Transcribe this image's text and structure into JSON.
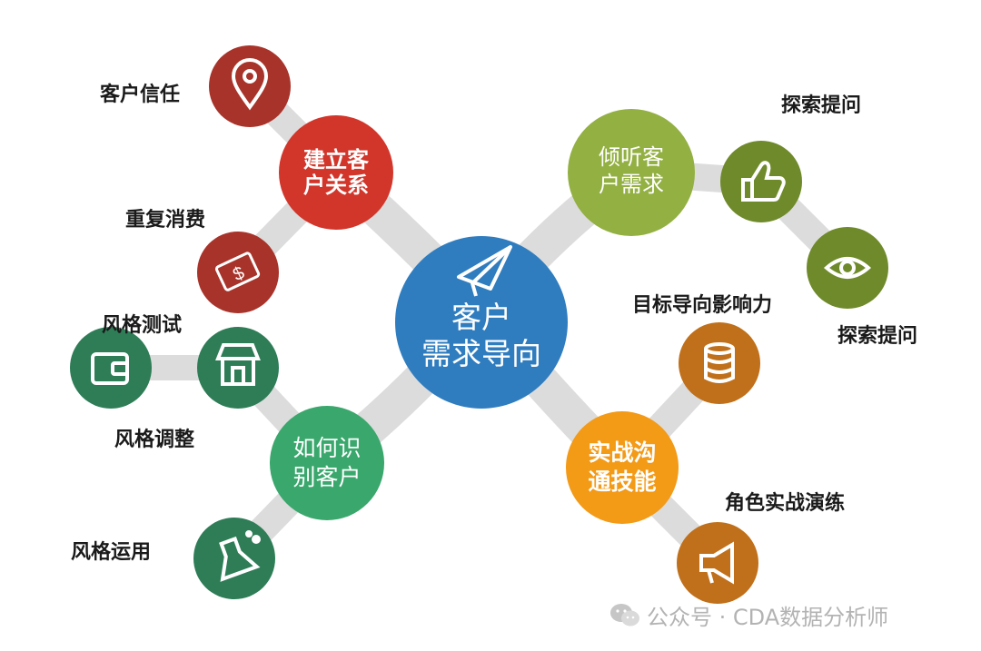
{
  "center": {
    "line1": "客户",
    "line2": "需求导向"
  },
  "branches": {
    "build": {
      "line1": "建立客",
      "line2": "户关系"
    },
    "listen": {
      "line1": "倾听客",
      "line2": "户需求"
    },
    "identify": {
      "line1": "如何识",
      "line2": "别客户"
    },
    "practice": {
      "line1": "实战沟",
      "line2": "通技能"
    }
  },
  "labels": {
    "trust": "客户信任",
    "repeat": "重复消费",
    "style_test": "风格测试",
    "style_adjust": "风格调整",
    "style_use": "风格运用",
    "explore1": "探索提问",
    "explore2": "探索提问",
    "goal": "目标导向影响力",
    "roleplay": "角色实战演练"
  },
  "icons": [
    "location-pin-icon",
    "money-icon",
    "wallet-icon",
    "store-icon",
    "flask-icon",
    "thumbs-up-icon",
    "eye-icon",
    "database-icon",
    "megaphone-icon",
    "paper-plane-icon",
    "wechat-icon"
  ],
  "colors": {
    "red_dark": "#a8332a",
    "red": "#d2362b",
    "green_dark": "#2e7d57",
    "green": "#3aa76d",
    "olive_dark": "#6f8a2a",
    "olive": "#93b043",
    "orange_dark": "#c0701a",
    "orange": "#f39a17",
    "blue": "#2f7dbf",
    "connector": "#d9d9d9"
  },
  "watermark": "公众号 · CDA数据分析师"
}
